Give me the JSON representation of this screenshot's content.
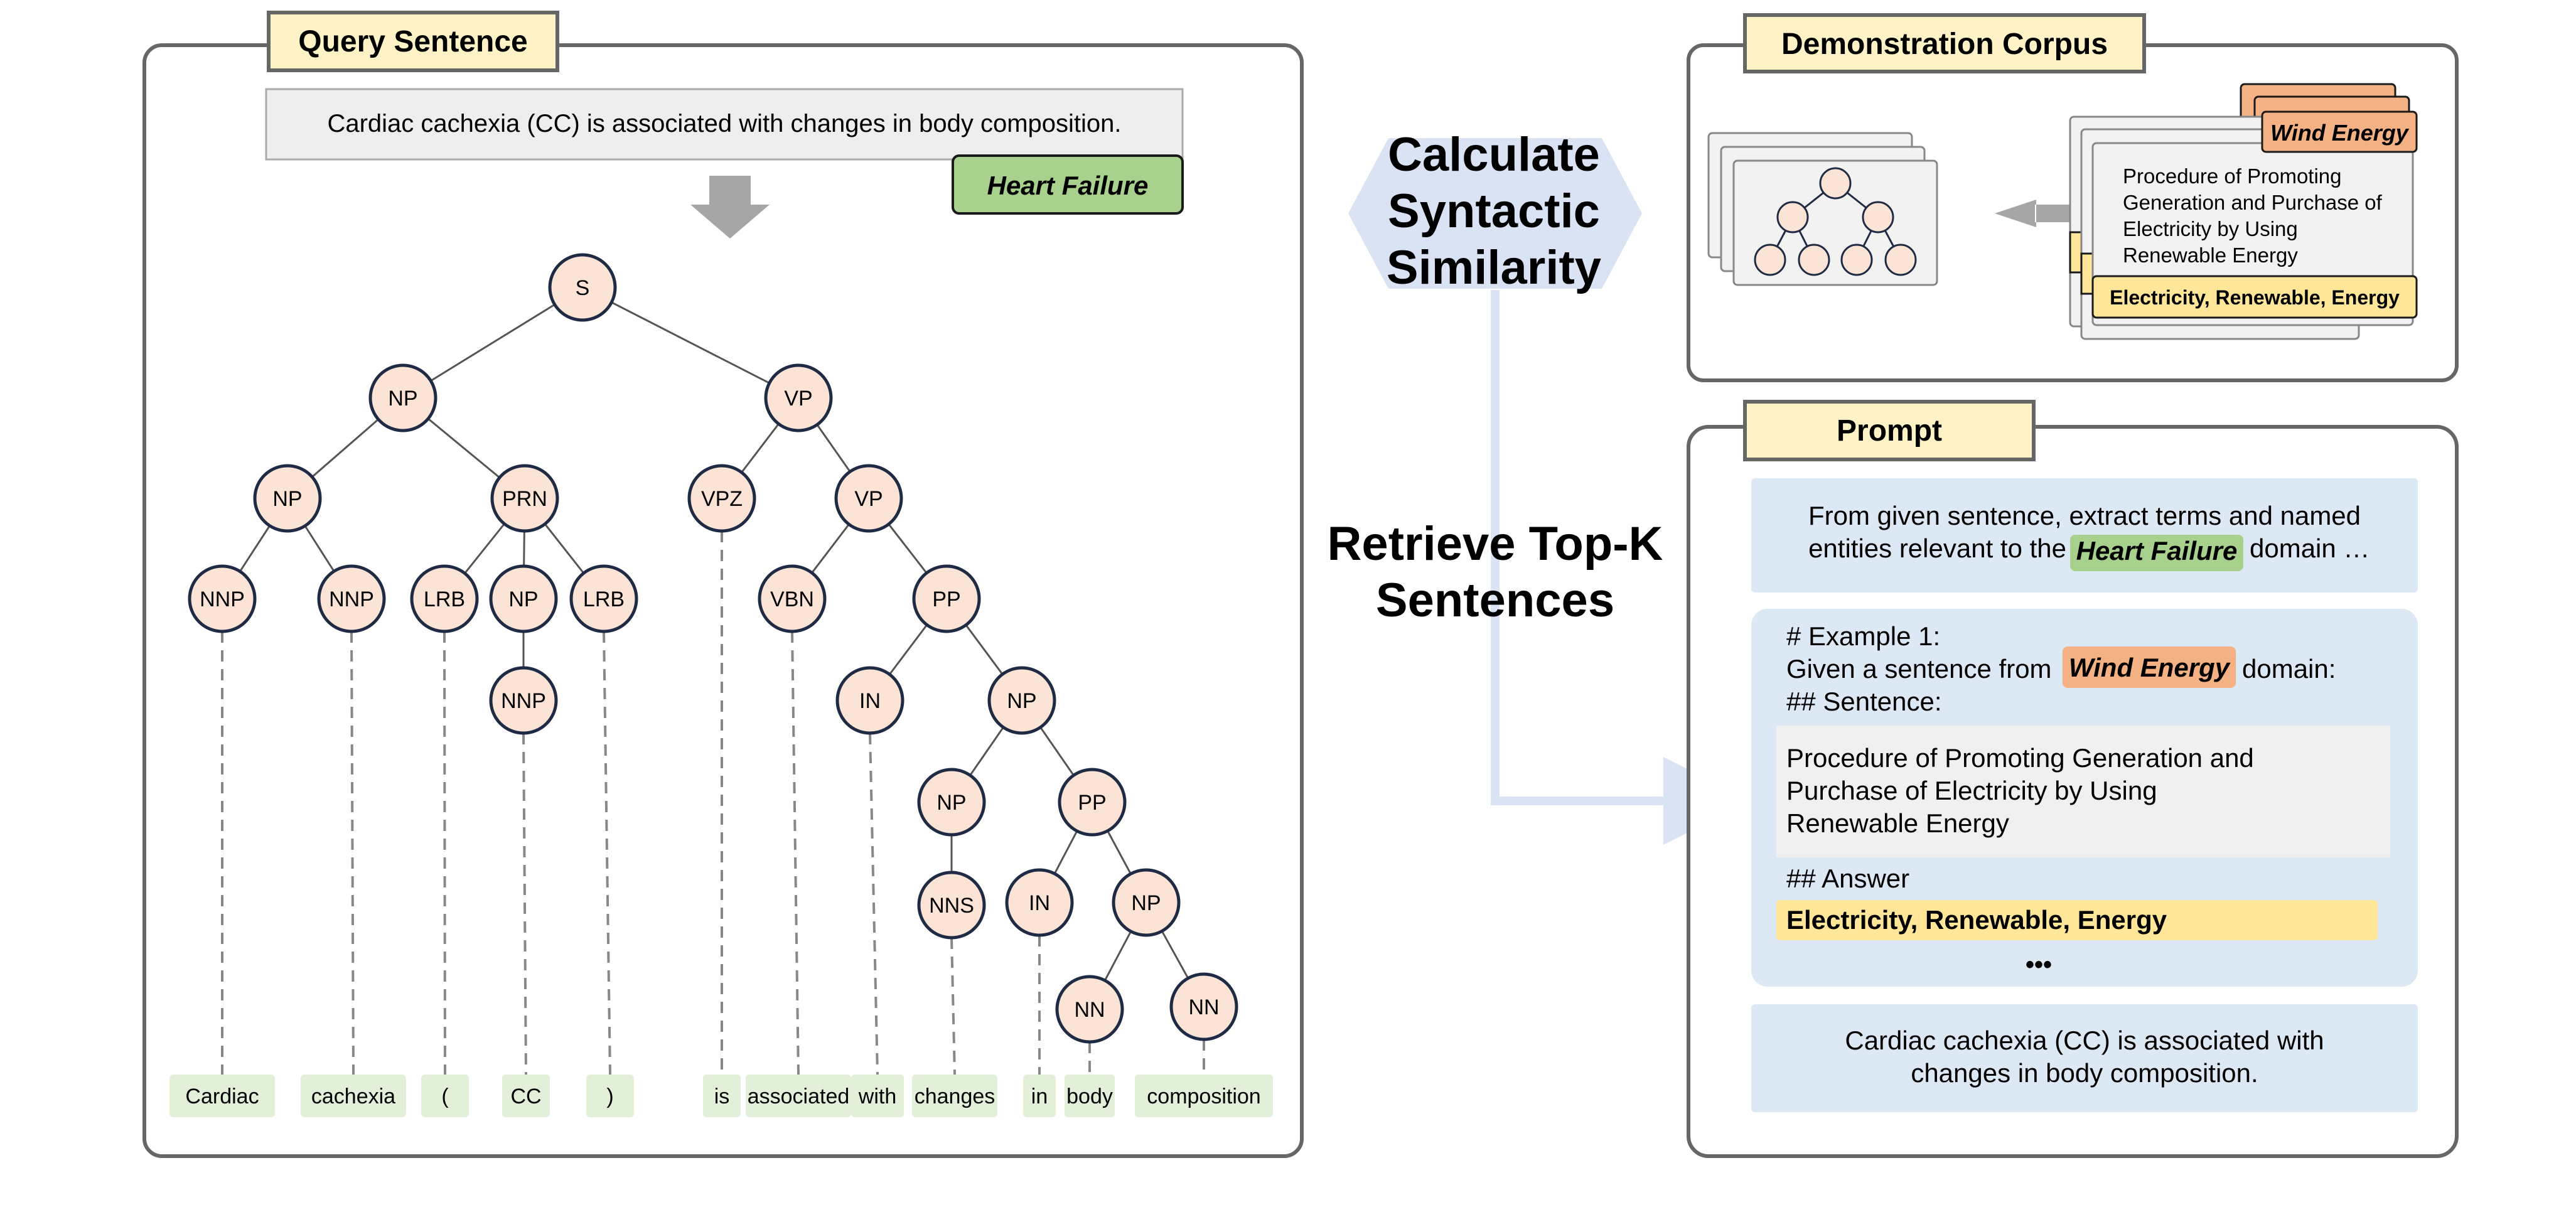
{
  "query_panel": {
    "title": "Query Sentence",
    "sentence": "Cardiac cachexia (CC) is associated with changes in body composition.",
    "domain": "Heart Failure"
  },
  "parse_tree": {
    "nodes": [
      {
        "id": "s",
        "label": "S"
      },
      {
        "id": "np1",
        "label": "NP"
      },
      {
        "id": "vp1",
        "label": "VP"
      },
      {
        "id": "np2",
        "label": "NP"
      },
      {
        "id": "prn",
        "label": "PRN"
      },
      {
        "id": "vpz",
        "label": "VPZ"
      },
      {
        "id": "vp2",
        "label": "VP"
      },
      {
        "id": "nnp1",
        "label": "NNP"
      },
      {
        "id": "nnp2",
        "label": "NNP"
      },
      {
        "id": "lrb1",
        "label": "LRB"
      },
      {
        "id": "np3",
        "label": "NP"
      },
      {
        "id": "lrb2",
        "label": "LRB"
      },
      {
        "id": "vbn",
        "label": "VBN"
      },
      {
        "id": "pp1",
        "label": "PP"
      },
      {
        "id": "nnp3",
        "label": "NNP"
      },
      {
        "id": "in1",
        "label": "IN"
      },
      {
        "id": "np4",
        "label": "NP"
      },
      {
        "id": "np5",
        "label": "NP"
      },
      {
        "id": "pp2",
        "label": "PP"
      },
      {
        "id": "nns",
        "label": "NNS"
      },
      {
        "id": "in2",
        "label": "IN"
      },
      {
        "id": "np6",
        "label": "NP"
      },
      {
        "id": "nn1",
        "label": "NN"
      },
      {
        "id": "nn2",
        "label": "NN"
      }
    ],
    "edges": [
      [
        "s",
        "np1"
      ],
      [
        "s",
        "vp1"
      ],
      [
        "np1",
        "np2"
      ],
      [
        "np1",
        "prn"
      ],
      [
        "vp1",
        "vpz"
      ],
      [
        "vp1",
        "vp2"
      ],
      [
        "np2",
        "nnp1"
      ],
      [
        "np2",
        "nnp2"
      ],
      [
        "prn",
        "lrb1"
      ],
      [
        "prn",
        "np3"
      ],
      [
        "prn",
        "lrb2"
      ],
      [
        "np3",
        "nnp3"
      ],
      [
        "vp2",
        "vbn"
      ],
      [
        "vp2",
        "pp1"
      ],
      [
        "pp1",
        "in1"
      ],
      [
        "pp1",
        "np4"
      ],
      [
        "np4",
        "np5"
      ],
      [
        "np4",
        "pp2"
      ],
      [
        "np5",
        "nns"
      ],
      [
        "pp2",
        "in2"
      ],
      [
        "pp2",
        "np6"
      ],
      [
        "np6",
        "nn1"
      ],
      [
        "np6",
        "nn2"
      ]
    ],
    "leaves": [
      {
        "id": "w1",
        "label": "Cardiac",
        "parent": "nnp1"
      },
      {
        "id": "w2",
        "label": "cachexia",
        "parent": "nnp2"
      },
      {
        "id": "w3",
        "label": "(",
        "parent": "lrb1"
      },
      {
        "id": "w4",
        "label": "CC",
        "parent": "nnp3"
      },
      {
        "id": "w5",
        "label": ")",
        "parent": "lrb2"
      },
      {
        "id": "w6",
        "label": "is",
        "parent": "vpz"
      },
      {
        "id": "w7",
        "label": "associated",
        "parent": "vbn"
      },
      {
        "id": "w8",
        "label": "with",
        "parent": "in1"
      },
      {
        "id": "w9",
        "label": "changes",
        "parent": "nns"
      },
      {
        "id": "w10",
        "label": "in",
        "parent": "in2"
      },
      {
        "id": "w11",
        "label": "body",
        "parent": "nn1"
      },
      {
        "id": "w12",
        "label": "composition",
        "parent": "nn2"
      }
    ]
  },
  "center": {
    "similarity_lines": [
      "Calculate",
      "Syntactic",
      "Similarity"
    ],
    "retrieve_lines": [
      "Retrieve Top-K",
      "Sentences"
    ]
  },
  "corpus_panel": {
    "title": "Demonstration Corpus",
    "domain": "Wind Energy",
    "sentence_lines": [
      "Procedure of Promoting",
      "Generation and Purchase of",
      "Electricity by Using",
      "Renewable Energy"
    ],
    "answer": "Electricity, Renewable, Energy"
  },
  "prompt_panel": {
    "title": "Prompt",
    "instruction_lines": [
      "From given sentence, extract terms and named",
      "entities relevant to the",
      "domain …"
    ],
    "instruction_domain": "Heart Failure",
    "example_header": "# Example 1:",
    "example_intro": "Given a sentence from",
    "example_domain": "Wind Energy",
    "example_domain_suffix": "domain:",
    "sentence_header": "## Sentence:",
    "example_sentence_lines": [
      "Procedure of Promoting Generation and",
      "Purchase of Electricity by Using",
      "Renewable Energy"
    ],
    "answer_header": "## Answer",
    "answer": "Electricity, Renewable, Energy",
    "ellipsis": "•••",
    "query_lines": [
      "Cardiac cachexia (CC) is associated with",
      "changes in body composition."
    ]
  },
  "colors": {
    "panel_border": "#666666",
    "title_fill": "#fff2c6",
    "node_fill": "#fbe3d6",
    "node_stroke": "#1f2a44",
    "leaf_fill": "#e2efd9",
    "domain_green": "#a9d18e",
    "domain_orange": "#f4b183",
    "answer_yellow": "#ffe699",
    "prompt_blue": "#dde8f5",
    "gray_box": "#eeeeee",
    "arrow_blue": "#dae3f3",
    "arrow_gray": "#a6a6a6"
  }
}
